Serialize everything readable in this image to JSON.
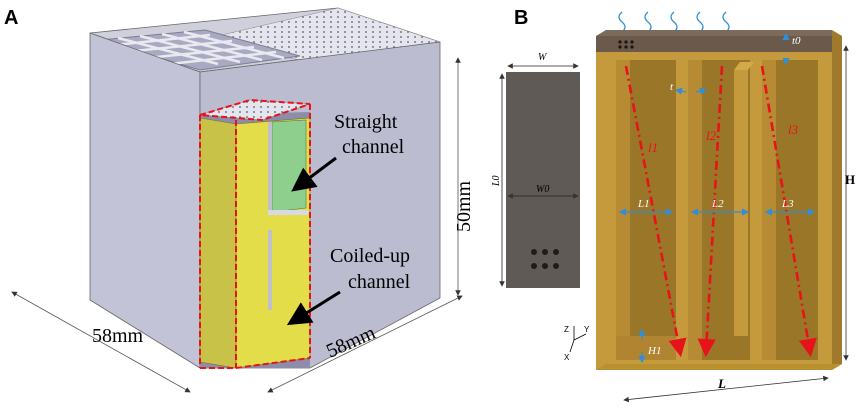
{
  "panel_a": {
    "label": "A",
    "straight_channel_label": [
      "Straight",
      "channel"
    ],
    "coiled_channel_label": [
      "Coiled-up",
      "channel"
    ],
    "dim_height": "50mm",
    "dim_width_left": "58mm",
    "dim_width_right": "58mm"
  },
  "panel_b": {
    "label": "B",
    "sample": {
      "w": "W",
      "l0": "L0",
      "w0": "W0"
    },
    "labels": {
      "t0": "t0",
      "t": "t",
      "l1": "l1",
      "l2": "l2",
      "l3": "l3",
      "L1": "L1",
      "L2": "L2",
      "L3": "L3",
      "H": "H",
      "H1": "H1",
      "L": "L"
    },
    "axes": {
      "z": "Z",
      "y": "Y",
      "x": "X"
    }
  },
  "colors": {
    "cube": "#b9bad0",
    "cube_dark": "#9c9db8",
    "channel_yellow": "#e3dd4a",
    "channel_green": "#8fcf8e",
    "brown_lid": "#6b5a4c",
    "brown_body": "#c59a3c",
    "brown_inner": "#a8802e",
    "sample_gray": "#5f5a56",
    "red": "#e8121b",
    "blue": "#2f8fd6"
  }
}
